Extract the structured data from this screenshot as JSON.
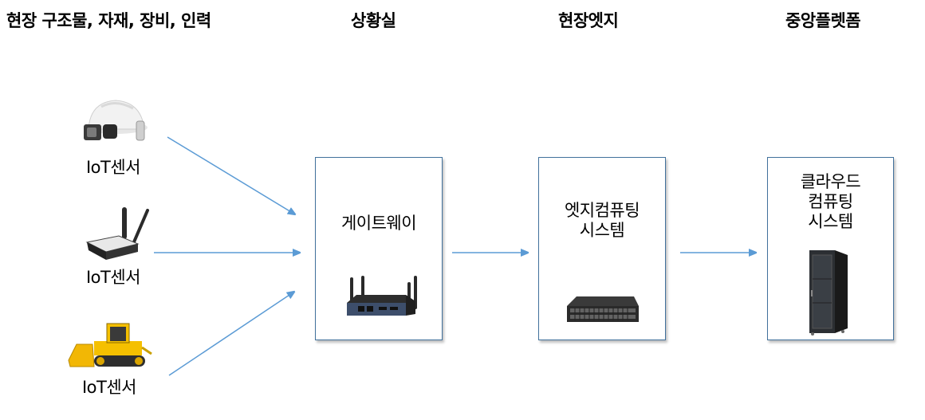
{
  "headers": {
    "field": "현장 구조물, 자재, 장비, 인력",
    "control_room": "상황실",
    "site_edge": "현장엣지",
    "central_platform": "중앙플렛폼"
  },
  "sensors": [
    {
      "label": "IoT센서",
      "device": "smart-helmet"
    },
    {
      "label": "IoT센서",
      "device": "wireless-router"
    },
    {
      "label": "IoT센서",
      "device": "bulldozer"
    }
  ],
  "gateway": {
    "title": "게이트웨이",
    "device": "gateway-router"
  },
  "edge": {
    "title_line1": "엣지컴퓨팅",
    "title_line2": "시스템",
    "device": "network-switch"
  },
  "cloud": {
    "title_line1": "클라우드",
    "title_line2": "컴퓨팅",
    "title_line3": "시스템",
    "device": "server-rack"
  },
  "colors": {
    "arrow": "#5b9bd5",
    "box_border": "#41719c"
  }
}
